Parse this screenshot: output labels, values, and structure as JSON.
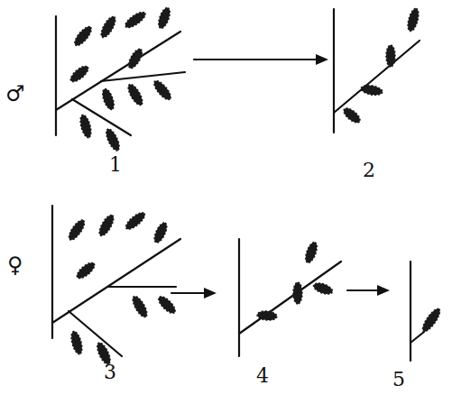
{
  "diagram": {
    "labels": [
      "♂",
      "1",
      "2",
      "♀",
      "3",
      "4",
      "5"
    ]
  }
}
